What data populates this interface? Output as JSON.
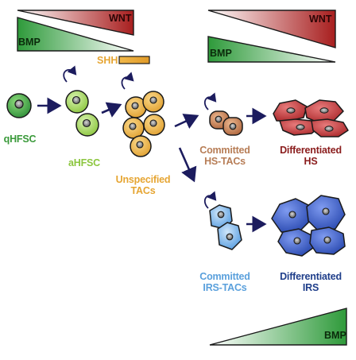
{
  "gradients": {
    "top_left": {
      "wnt_label": "WNT",
      "bmp_label": "BMP"
    },
    "top_right": {
      "wnt_label": "WNT",
      "bmp_label": "BMP"
    },
    "bottom_right": {
      "bmp_label": "BMP"
    },
    "shh_label": "SHH"
  },
  "cells": {
    "qhfsc": {
      "label": "qHFSC"
    },
    "ahfsc": {
      "label": "aHFSC"
    },
    "unspecified_tacs": {
      "line1": "Unspecified",
      "line2": "TACs"
    },
    "committed_hs_tacs": {
      "line1": "Committed",
      "line2": "HS-TACs"
    },
    "differentiated_hs": {
      "line1": "Differentiated",
      "line2": "HS"
    },
    "committed_irs_tacs": {
      "line1": "Committed",
      "line2": "IRS-TACs"
    },
    "differentiated_irs": {
      "line1": "Differentiated",
      "line2": "IRS"
    }
  },
  "colors": {
    "qhfsc_label": "#3a9a3a",
    "ahfsc_label": "#8cc63f",
    "tacs_label": "#e6a532",
    "hs_tacs_label": "#b77d56",
    "diff_hs_label": "#8a1c1c",
    "irs_tacs_label": "#5aa0dc",
    "diff_irs_label": "#1f3e8a",
    "wnt": "#a81e1e",
    "bmp": "#2f9a3a",
    "arrow": "#1c1c5e"
  }
}
